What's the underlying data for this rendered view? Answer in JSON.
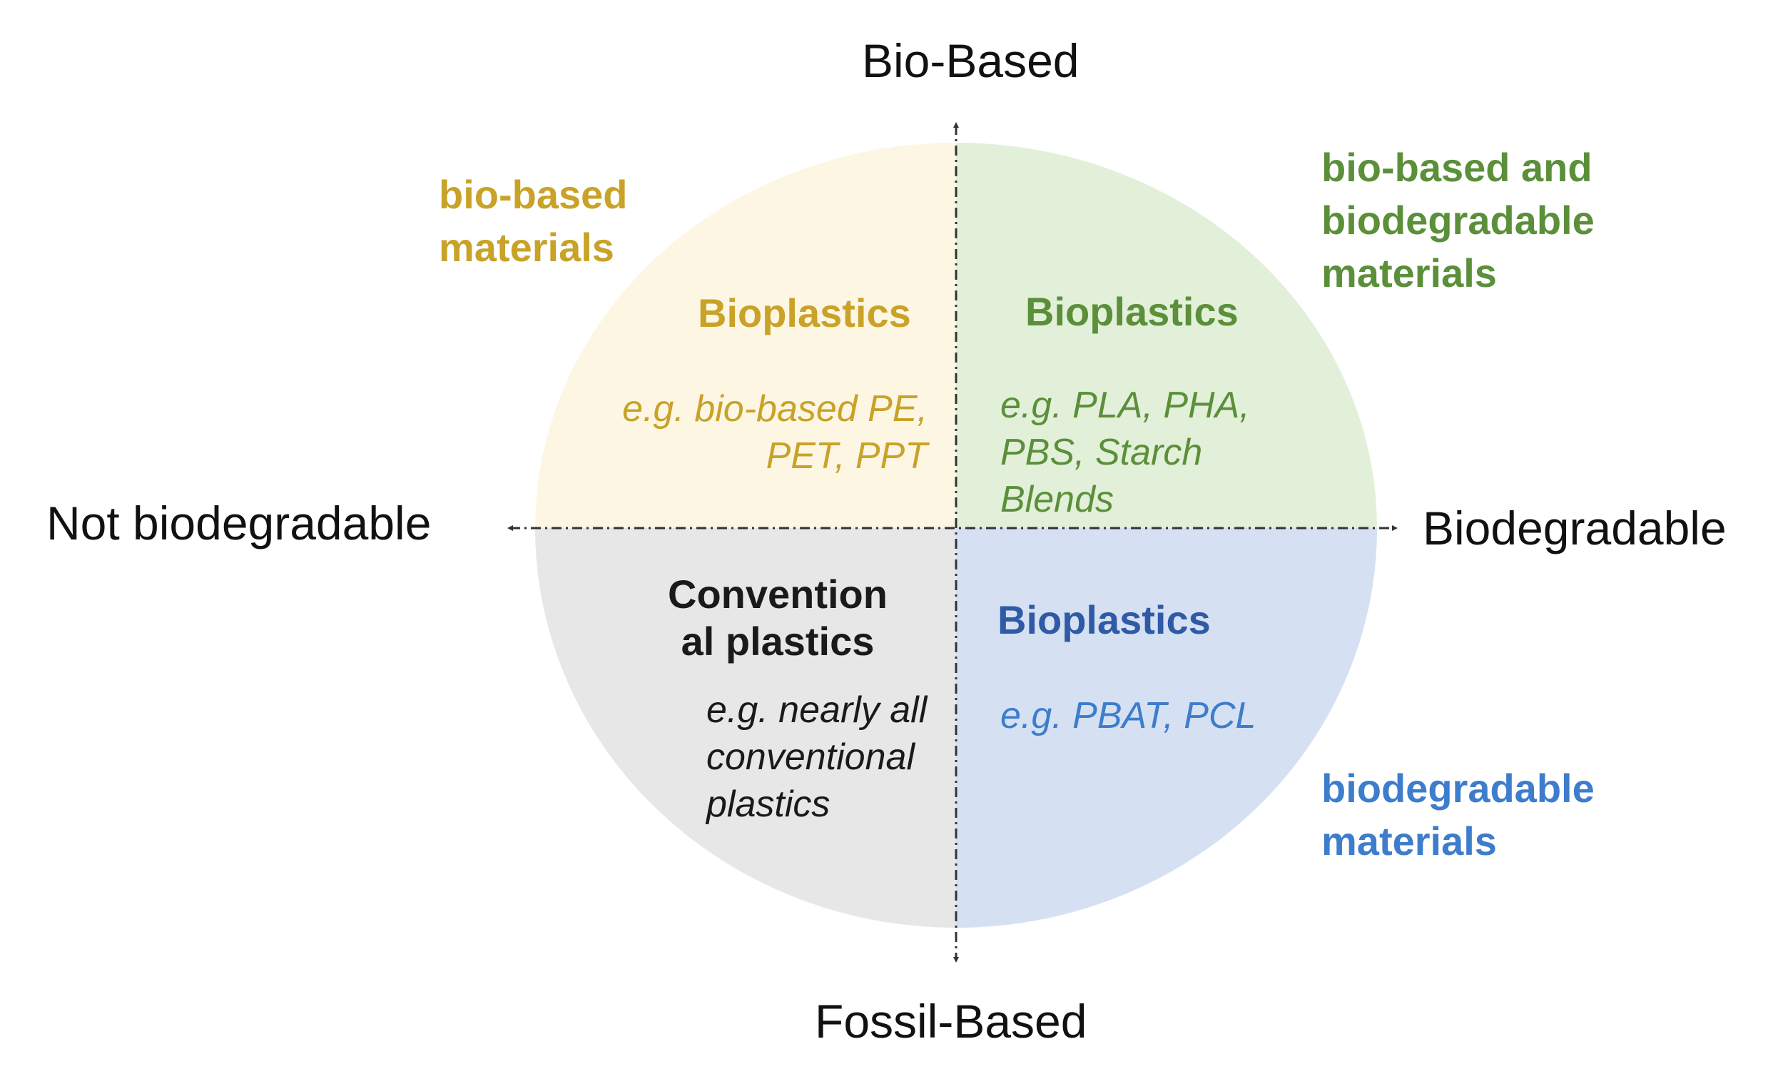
{
  "colors": {
    "bio_based": "#c9a228",
    "bio_based_and_biodegradable": "#5b8f3a",
    "biodegradable": "#3d7dcc",
    "bioplastics_blue": "#2f5aa5",
    "conventional": "#1a1a1a",
    "quadrant_top_left": "#fdf6e3",
    "quadrant_top_right": "#e2f0d9",
    "quadrant_bottom_left": "#e7e7e7",
    "quadrant_bottom_right": "#d5e0f2",
    "axis_line": "#333333"
  },
  "axes": {
    "top": "Bio-Based",
    "bottom": "Fossil-Based",
    "left": "Not biodegradable",
    "right": "Biodegradable"
  },
  "corners": {
    "top_left": "bio-based\nmaterials",
    "top_right": "bio-based and\nbiodegradable\nmaterials",
    "bottom_right": "biodegradable\nmaterials"
  },
  "quadrants": {
    "top_left": {
      "title": "Bioplastics",
      "example": "e.g. bio-based PE,\nPET, PPT"
    },
    "top_right": {
      "title": "Bioplastics",
      "example": "e.g. PLA, PHA,\nPBS, Starch\nBlends"
    },
    "bottom_left": {
      "title": "Convention\nal plastics",
      "example": "e.g. nearly all\nconventional\nplastics"
    },
    "bottom_right": {
      "title": "Bioplastics",
      "example": "e.g. PBAT, PCL"
    }
  }
}
